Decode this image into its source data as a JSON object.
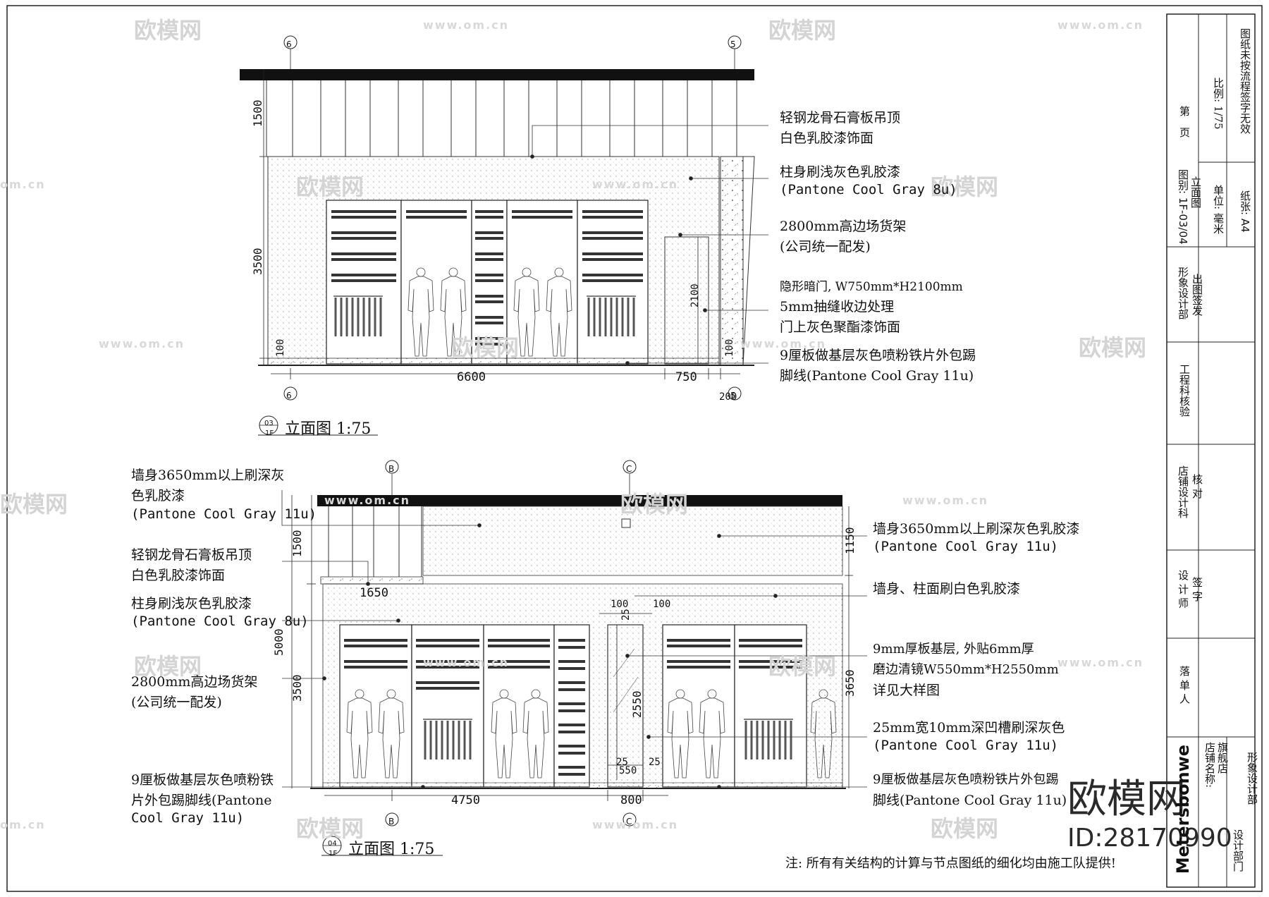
{
  "watermark": {
    "brand": "欧模网",
    "url": "www.om.cn",
    "url_short": "om.cn",
    "big": "欧模网",
    "id": "ID:28170990"
  },
  "elev1": {
    "title": "立面图 1:75",
    "tag_top": "03",
    "tag_bot": "1F",
    "axis_left": "6",
    "axis_right": "5",
    "dims": {
      "h1": "1500",
      "h2": "3500",
      "h3": "100",
      "w1": "6600",
      "w2": "750",
      "w3": "200",
      "door_h": "2100",
      "base_r": "100"
    },
    "notes": [
      "轻钢龙骨石膏板吊顶",
      "白色乳胶漆饰面",
      "柱身刷浅灰色乳胶漆",
      "(Pantone Cool Gray 8u)",
      "2800mm高边场货架",
      "(公司统一配发)",
      "隐形暗门, W750mm*H2100mm",
      "5mm抽缝收边处理",
      "门上灰色聚酯漆饰面",
      "9厘板做基层灰色喷粉铁片外包踢",
      "脚线(Pantone Cool Gray 11u)"
    ]
  },
  "elev2": {
    "title": "立面图 1:75",
    "tag_top": "04",
    "tag_bot": "1F",
    "axis_b": "B",
    "axis_c": "C",
    "dims": {
      "h1": "1500",
      "h_total": "5000",
      "h2": "3500",
      "w_top": "1650",
      "w1": "4750",
      "w2": "800",
      "r1": "1150",
      "r2": "3650",
      "m100a": "100",
      "m100b": "100",
      "m25a": "25",
      "m25b": "25",
      "m25c": "25",
      "m2550": "2550",
      "m550": "550"
    },
    "left_notes": [
      "墙身3650mm以上刷深灰",
      "色乳胶漆",
      "(Pantone Cool Gray 11u)",
      "轻钢龙骨石膏板吊顶",
      "白色乳胶漆饰面",
      "柱身刷浅灰色乳胶漆",
      "(Pantone Cool Gray 8u)",
      "2800mm高边场货架",
      "(公司统一配发)",
      "9厘板做基层灰色喷粉铁",
      "片外包踢脚线(Pantone",
      "Cool Gray 11u)"
    ],
    "right_notes": [
      "墙身3650mm以上刷深灰色乳胶漆",
      "(Pantone Cool Gray 11u)",
      "墙身、柱面刷白色乳胶漆",
      "9mm厚板基层, 外贴6mm厚",
      "磨边清镜W550mm*H2550mm",
      "详见大样图",
      "25mm宽10mm深凹槽刷深灰色",
      "(Pantone Cool Gray 11u)",
      "9厘板做基层灰色喷粉铁片外包踢",
      "脚线(Pantone Cool Gray 11u)"
    ]
  },
  "footnote": "注: 所有有关结构的计算与节点图纸的细化均由施工队提供!",
  "title_block": {
    "page": "第　页",
    "scale": "比例: 1/75",
    "invalid": "图纸未按流程签字无效",
    "drawing_no": "图别: 1F-03/04",
    "drawing_name": "立面图",
    "unit": "单位: 毫米",
    "paper": "纸张: A4",
    "dept_issue_1": "形象设计部",
    "dept_issue_2": "出图签发",
    "eng_check": "工程科核验",
    "store_design_1": "店铺设计科",
    "store_design_2": "核 对",
    "designer_1": "设 计 师",
    "designer_2": "签 字",
    "placer": "落 单 人",
    "brand": "Metersbonwe",
    "store_1": "店铺名称:",
    "store_2": "旗舰店",
    "design_dept_1": "设计部门",
    "design_dept_2": "形象设计部"
  }
}
